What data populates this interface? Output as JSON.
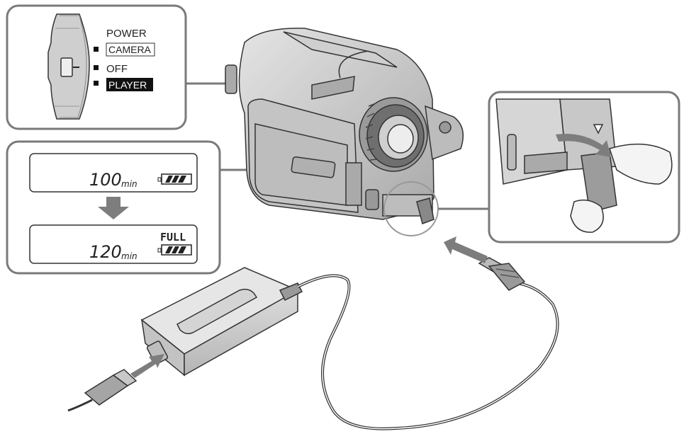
{
  "power_switch": {
    "title": "POWER",
    "positions": [
      {
        "label": "CAMERA",
        "style": "boxed"
      },
      {
        "label": "OFF",
        "style": "plain"
      },
      {
        "label": "PLAYER",
        "style": "inverted"
      }
    ]
  },
  "battery_display": {
    "before": {
      "time": "100",
      "unit": "min"
    },
    "after": {
      "time": "120",
      "unit": "min",
      "status": "FULL"
    }
  },
  "colors": {
    "panel_border": "#7a7a7a",
    "arrow": "#7d7d7d",
    "line": "#3a3a3a",
    "body_fill": "#d9d9d9"
  }
}
